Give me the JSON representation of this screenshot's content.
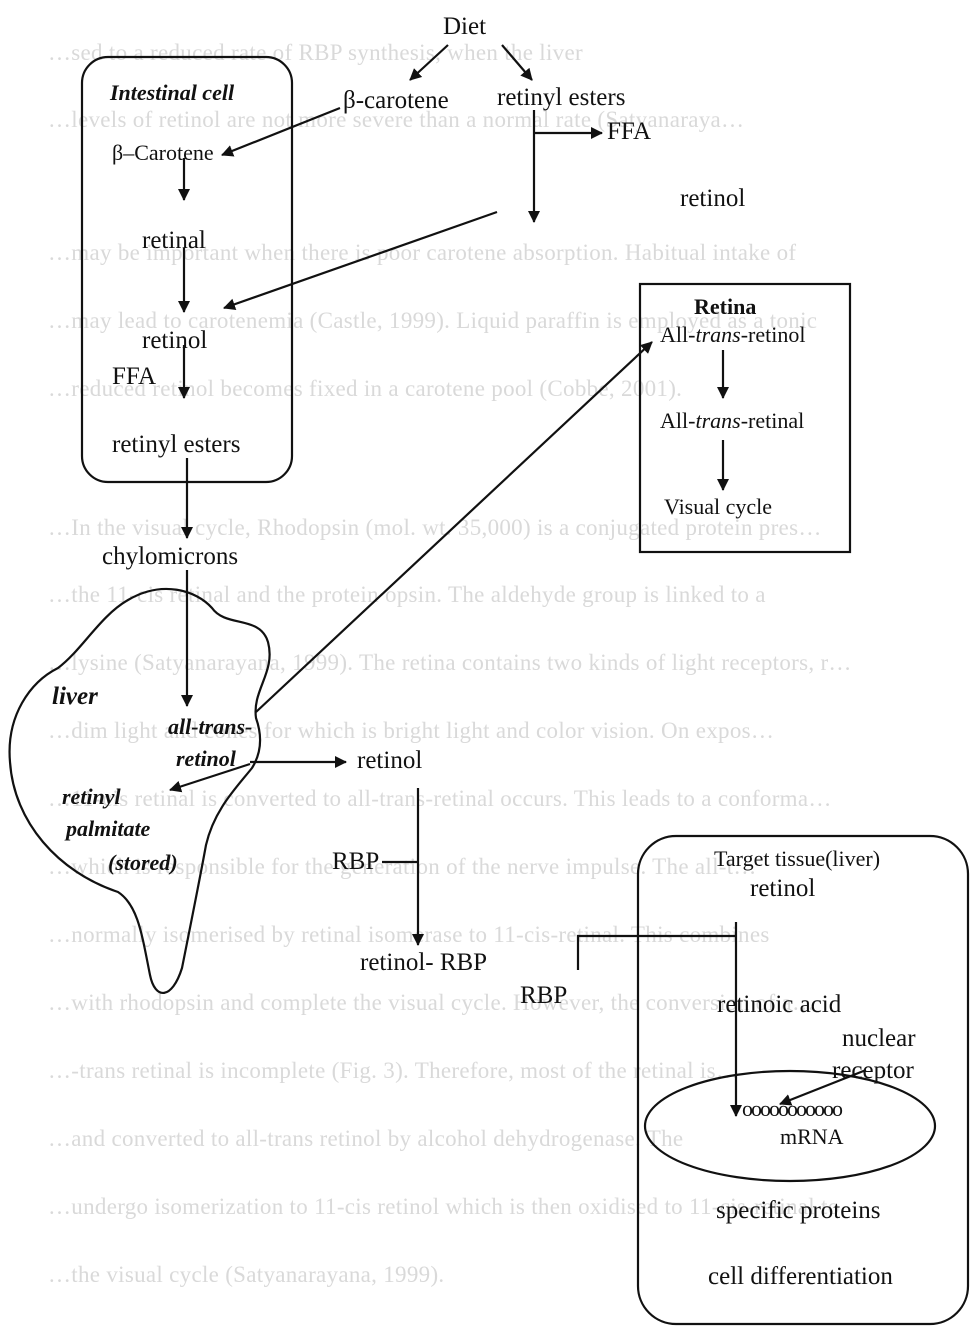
{
  "background_text": [
    "…sed to a reduced rate of RBP synthesis, when the liver",
    "…levels of retinol are not more severe than a normal rate (Satyanaraya…",
    "…may be important when there is poor carotene absorption. Habitual intake of",
    "…may lead to carotenemia (Castle, 1999). Liquid paraffin is employed as a tonic",
    "…reduced retinol becomes fixed in a carotene pool (Cobbe, 2001).",
    "…In the visual cycle, Rhodopsin (mol. wt. 35,000) is a conjugated protein pres…",
    "…the 11-cis retinal and the protein opsin. The aldehyde group is linked to a",
    "…lysine (Satyanarayana, 1999). The retina contains two kinds of light receptors, r…",
    "…dim light and cones for which is bright light and color vision. On expos…",
    "…11-cis retinal is converted to all-trans-retinal occurs. This leads to a conforma…",
    "…which is responsible for the generation of the nerve impulse. The all-t…",
    "…normally isomerised by retinal isomerase to 11-cis-retinal. This combines",
    "…with rhodopsin and complete the visual cycle. However, the conversion of a…",
    "…-trans retinal is incomplete (Fig. 3). Therefore, most of the retinal is…",
    "…and converted to all-trans retinol by alcohol dehydrogenase. The",
    "…undergo isomerization to 11-cis retinol which is then oxidised to 11-cis-retinal to",
    "…the visual cycle (Satyanarayana, 1999)."
  ],
  "labels": {
    "diet": "Diet",
    "beta_carotene": "β-carotene",
    "retinyl_esters_top": "retinyl esters",
    "ffa_top": "FFA",
    "retinol_top": "retinol",
    "intestinal_cell": "Intestinal cell",
    "beta_carotene_cell": "β–Carotene",
    "retinal_cell": "retinal",
    "retinol_cell": "retinol",
    "ffa_cell": "FFA",
    "retinyl_esters_cell": "retinyl esters",
    "chylomicrons": "chylomicrons",
    "liver": "liver",
    "all_trans_1": "all-trans-",
    "all_trans_2": "retinol",
    "retinyl_palmitate_1": "retinyl",
    "retinyl_palmitate_2": "palmitate",
    "retinyl_palmitate_3": "(stored)",
    "retinol_mid": "retinol",
    "rbp_left": "RBP",
    "retinol_rbp": "retinol- RBP",
    "rbp_right": "RBP",
    "retina_title": "Retina",
    "all_trans_retinol_pre": "All-",
    "all_trans_retinol_it": "trans",
    "all_trans_retinol_post": "-retinol",
    "all_trans_retinal_pre": "All-",
    "all_trans_retinal_it": "trans",
    "all_trans_retinal_post": "-retinal",
    "visual_cycle": "Visual cycle",
    "target_tissue": "Target tissue(liver)",
    "target_retinol": "retinol",
    "retinoic_acid": "retinoic acid",
    "nuclear_1": "nuclear",
    "nuclear_2": "receptor",
    "dna": "ooooooooooo",
    "mrna": "mRNA",
    "specific_proteins": "specific proteins",
    "cell_differentiation": "cell differentiation"
  },
  "colors": {
    "ink": "#111111",
    "background_text": "#d9d9d9"
  }
}
